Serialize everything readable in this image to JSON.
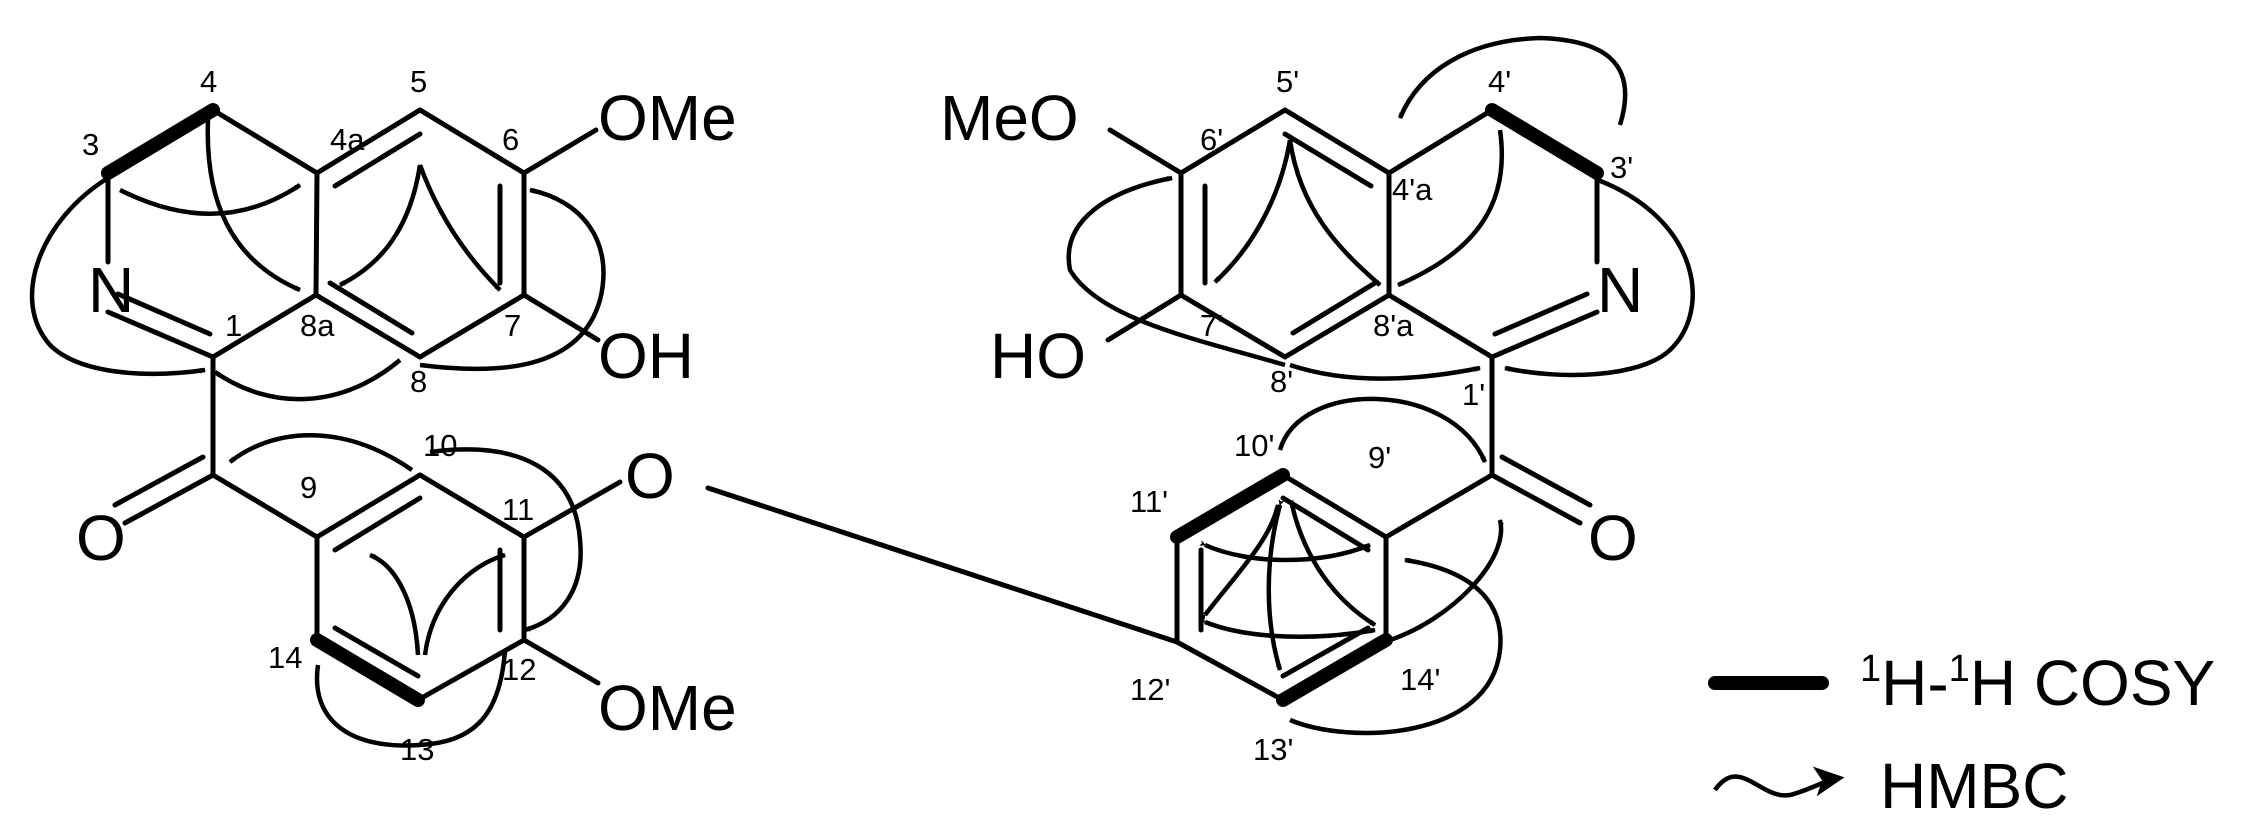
{
  "legend": {
    "cosy_text": "H-",
    "cosy_sup1": "1",
    "cosy_sup2": "1",
    "cosy_tail": "H COSY",
    "hmbc_text": "HMBC"
  },
  "atoms": {
    "N": "N",
    "Np": "N",
    "OMe6": "OMe",
    "OH7": "OH",
    "O_carbonyl": "O",
    "O_bridge": "O",
    "OMe12": "OMe",
    "MeO6p": "MeO",
    "HO7p": "HO",
    "O_carbonyl_p": "O"
  },
  "positions": {
    "p3": "3",
    "p4": "4",
    "p4a": "4a",
    "p5": "5",
    "p6": "6",
    "p7": "7",
    "p8": "8",
    "p8a": "8a",
    "p1": "1",
    "p9": "9",
    "p10": "10",
    "p11": "11",
    "p12": "12",
    "p13": "13",
    "p14": "14",
    "p3p": "3'",
    "p4p": "4'",
    "p4ap": "4'a",
    "p5p": "5'",
    "p6p": "6'",
    "p7p": "7'",
    "p8p": "8'",
    "p8ap": "8'a",
    "p1p": "1'",
    "p9p": "9'",
    "p10p": "10'",
    "p11p": "11'",
    "p12p": "12'",
    "p13p": "13'",
    "p14p": "14'"
  },
  "colors": {
    "ink": "#000000",
    "background": "#ffffff"
  }
}
